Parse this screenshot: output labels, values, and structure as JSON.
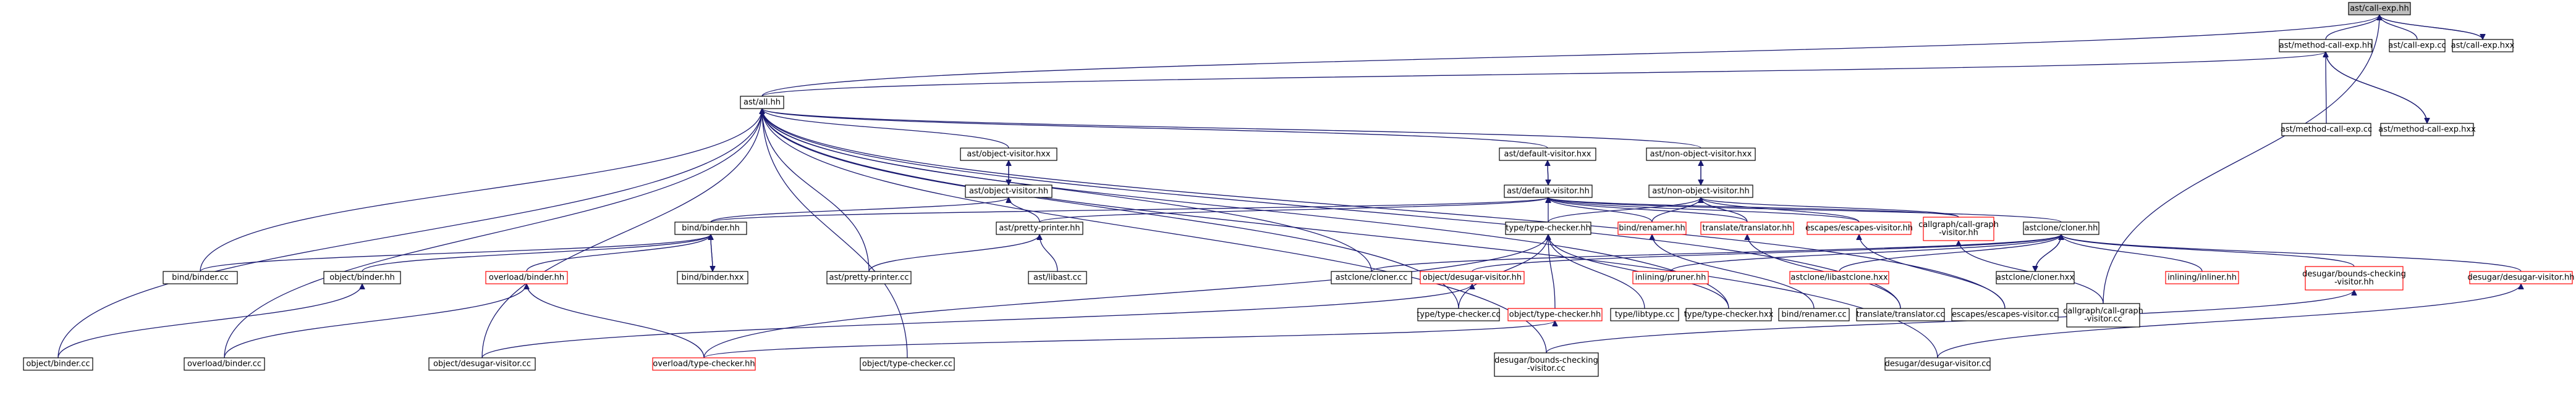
{
  "colors": {
    "edge": "#191970",
    "box_border": "#000000",
    "box_border_missing": "#ff0000",
    "focus_fill": "#bfbfbf",
    "background": "#ffffff"
  },
  "nodes": {
    "call_exp_hh": {
      "label": [
        "ast/call-exp.hh"
      ],
      "style": "focus"
    },
    "method_call_exp_hh": {
      "label": [
        "ast/method-call-exp.hh"
      ]
    },
    "call_exp_cc": {
      "label": [
        "ast/call-exp.cc"
      ]
    },
    "call_exp_hxx": {
      "label": [
        "ast/call-exp.hxx"
      ]
    },
    "all_hh": {
      "label": [
        "ast/all.hh"
      ]
    },
    "method_call_exp_cc": {
      "label": [
        "ast/method-call-exp.cc"
      ]
    },
    "method_call_exp_hxx": {
      "label": [
        "ast/method-call-exp.hxx"
      ]
    },
    "object_visitor_hxx": {
      "label": [
        "ast/object-visitor.hxx"
      ]
    },
    "default_visitor_hxx": {
      "label": [
        "ast/default-visitor.hxx"
      ]
    },
    "non_object_visitor_hxx": {
      "label": [
        "ast/non-object-visitor.hxx"
      ]
    },
    "object_visitor_hh": {
      "label": [
        "ast/object-visitor.hh"
      ]
    },
    "default_visitor_hh": {
      "label": [
        "ast/default-visitor.hh"
      ]
    },
    "non_object_visitor_hh": {
      "label": [
        "ast/non-object-visitor.hh"
      ]
    },
    "bind_binder_hh": {
      "label": [
        "bind/binder.hh"
      ]
    },
    "pretty_printer_hh": {
      "label": [
        "ast/pretty-printer.hh"
      ]
    },
    "cloner_hh": {
      "label": [
        "astclone/cloner.hh"
      ]
    },
    "type_checker_hh": {
      "label": [
        "type/type-checker.hh"
      ]
    },
    "renamer_hh": {
      "label": [
        "bind/renamer.hh"
      ],
      "style": "missing"
    },
    "translator_hh": {
      "label": [
        "translate/translator.hh"
      ],
      "style": "missing"
    },
    "escapes_visitor_hh": {
      "label": [
        "escapes/escapes-visitor.hh"
      ],
      "style": "missing"
    },
    "call_graph_visitor_hh": {
      "label": [
        "callgraph/call-graph",
        "-visitor.hh"
      ],
      "style": "missing"
    },
    "binder_cc": {
      "label": [
        "bind/binder.cc"
      ]
    },
    "object_binder_hh": {
      "label": [
        "object/binder.hh"
      ]
    },
    "overload_binder_hh": {
      "label": [
        "overload/binder.hh"
      ],
      "style": "missing"
    },
    "binder_hxx": {
      "label": [
        "bind/binder.hxx"
      ]
    },
    "pretty_printer_cc": {
      "label": [
        "ast/pretty-printer.cc"
      ]
    },
    "libast_cc": {
      "label": [
        "ast/libast.cc"
      ]
    },
    "cloner_cc": {
      "label": [
        "astclone/cloner.cc"
      ]
    },
    "desugar_visitor_hh_obj": {
      "label": [
        "object/desugar-visitor.hh"
      ],
      "style": "missing"
    },
    "pruner_hh": {
      "label": [
        "inlining/pruner.hh"
      ],
      "style": "missing"
    },
    "libastclone_hxx": {
      "label": [
        "astclone/libastclone.hxx"
      ],
      "style": "missing"
    },
    "cloner_hxx": {
      "label": [
        "astclone/cloner.hxx"
      ]
    },
    "inliner_hh": {
      "label": [
        "inlining/inliner.hh"
      ],
      "style": "missing"
    },
    "bounds_checking_visitor_hh": {
      "label": [
        "desugar/bounds-checking",
        "-visitor.hh"
      ],
      "style": "missing"
    },
    "desugar_visitor_hh": {
      "label": [
        "desugar/desugar-visitor.hh"
      ],
      "style": "missing"
    },
    "type_checker_cc": {
      "label": [
        "type/type-checker.cc"
      ]
    },
    "object_type_checker_hh": {
      "label": [
        "object/type-checker.hh"
      ],
      "style": "missing"
    },
    "libtype_cc": {
      "label": [
        "type/libtype.cc"
      ]
    },
    "type_checker_hxx": {
      "label": [
        "type/type-checker.hxx"
      ]
    },
    "renamer_cc": {
      "label": [
        "bind/renamer.cc"
      ]
    },
    "translator_cc": {
      "label": [
        "translate/translator.cc"
      ]
    },
    "escapes_visitor_cc": {
      "label": [
        "escapes/escapes-visitor.cc"
      ]
    },
    "call_graph_visitor_cc": {
      "label": [
        "callgraph/call-graph",
        "-visitor.cc"
      ]
    },
    "object_binder_cc": {
      "label": [
        "object/binder.cc"
      ]
    },
    "overload_binder_cc": {
      "label": [
        "overload/binder.cc"
      ]
    },
    "object_desugar_visitor_cc": {
      "label": [
        "object/desugar-visitor.cc"
      ]
    },
    "overload_type_checker_hh": {
      "label": [
        "overload/type-checker.hh"
      ],
      "style": "missing"
    },
    "object_type_checker_cc": {
      "label": [
        "object/type-checker.cc"
      ]
    },
    "bounds_checking_visitor_cc": {
      "label": [
        "desugar/bounds-checking",
        "-visitor.cc"
      ]
    },
    "desugar_visitor_cc": {
      "label": [
        "desugar/desugar-visitor.cc"
      ]
    }
  },
  "edges": [
    [
      "method_call_exp_hh",
      "call_exp_hh"
    ],
    [
      "call_exp_cc",
      "call_exp_hh"
    ],
    [
      "call_exp_hxx",
      "call_exp_hh"
    ],
    [
      "all_hh",
      "call_exp_hh"
    ],
    [
      "call_graph_visitor_cc",
      "call_exp_hh"
    ],
    [
      "call_exp_hh",
      "call_exp_hxx"
    ],
    [
      "all_hh",
      "method_call_exp_hh"
    ],
    [
      "method_call_exp_cc",
      "method_call_exp_hh"
    ],
    [
      "method_call_exp_hxx",
      "method_call_exp_hh"
    ],
    [
      "method_call_exp_hh",
      "method_call_exp_hxx"
    ],
    [
      "object_visitor_hxx",
      "all_hh"
    ],
    [
      "default_visitor_hxx",
      "all_hh"
    ],
    [
      "non_object_visitor_hxx",
      "all_hh"
    ],
    [
      "binder_cc",
      "all_hh"
    ],
    [
      "pretty_printer_cc",
      "all_hh"
    ],
    [
      "cloner_cc",
      "all_hh"
    ],
    [
      "type_checker_cc",
      "all_hh"
    ],
    [
      "translator_cc",
      "all_hh"
    ],
    [
      "escapes_visitor_cc",
      "all_hh"
    ],
    [
      "object_type_checker_cc",
      "all_hh"
    ],
    [
      "overload_binder_cc",
      "all_hh"
    ],
    [
      "object_desugar_visitor_cc",
      "all_hh"
    ],
    [
      "bounds_checking_visitor_cc",
      "all_hh"
    ],
    [
      "desugar_visitor_cc",
      "all_hh"
    ],
    [
      "type_checker_hxx",
      "all_hh"
    ],
    [
      "object_binder_cc",
      "all_hh"
    ],
    [
      "object_visitor_hh",
      "object_visitor_hxx"
    ],
    [
      "object_visitor_hxx",
      "object_visitor_hh"
    ],
    [
      "default_visitor_hh",
      "default_visitor_hxx"
    ],
    [
      "default_visitor_hxx",
      "default_visitor_hh"
    ],
    [
      "non_object_visitor_hh",
      "non_object_visitor_hxx"
    ],
    [
      "non_object_visitor_hxx",
      "non_object_visitor_hh"
    ],
    [
      "bind_binder_hh",
      "object_visitor_hh"
    ],
    [
      "pretty_printer_hh",
      "object_visitor_hh"
    ],
    [
      "bind_binder_hh",
      "default_visitor_hh"
    ],
    [
      "pretty_printer_hh",
      "default_visitor_hh"
    ],
    [
      "cloner_hh",
      "default_visitor_hh"
    ],
    [
      "type_checker_hh",
      "default_visitor_hh"
    ],
    [
      "renamer_hh",
      "default_visitor_hh"
    ],
    [
      "translator_hh",
      "default_visitor_hh"
    ],
    [
      "escapes_visitor_hh",
      "default_visitor_hh"
    ],
    [
      "call_graph_visitor_hh",
      "default_visitor_hh"
    ],
    [
      "type_checker_hh",
      "non_object_visitor_hh"
    ],
    [
      "renamer_hh",
      "non_object_visitor_hh"
    ],
    [
      "translator_hh",
      "non_object_visitor_hh"
    ],
    [
      "escapes_visitor_hh",
      "non_object_visitor_hh"
    ],
    [
      "call_graph_visitor_hh",
      "non_object_visitor_hh"
    ],
    [
      "binder_cc",
      "bind_binder_hh"
    ],
    [
      "object_binder_hh",
      "bind_binder_hh"
    ],
    [
      "overload_binder_hh",
      "bind_binder_hh"
    ],
    [
      "binder_hxx",
      "bind_binder_hh"
    ],
    [
      "bind_binder_hh",
      "binder_hxx"
    ],
    [
      "pretty_printer_cc",
      "pretty_printer_hh"
    ],
    [
      "libast_cc",
      "pretty_printer_hh"
    ],
    [
      "cloner_cc",
      "cloner_hh"
    ],
    [
      "desugar_visitor_hh_obj",
      "cloner_hh"
    ],
    [
      "pruner_hh",
      "cloner_hh"
    ],
    [
      "libastclone_hxx",
      "cloner_hh"
    ],
    [
      "cloner_hxx",
      "cloner_hh"
    ],
    [
      "cloner_hh",
      "cloner_hxx"
    ],
    [
      "inliner_hh",
      "cloner_hh"
    ],
    [
      "bounds_checking_visitor_hh",
      "cloner_hh"
    ],
    [
      "desugar_visitor_hh",
      "cloner_hh"
    ],
    [
      "type_checker_cc",
      "type_checker_hh"
    ],
    [
      "object_type_checker_hh",
      "type_checker_hh"
    ],
    [
      "libtype_cc",
      "type_checker_hh"
    ],
    [
      "type_checker_hxx",
      "type_checker_hh"
    ],
    [
      "overload_type_checker_hh",
      "type_checker_hh"
    ],
    [
      "renamer_cc",
      "renamer_hh"
    ],
    [
      "translator_cc",
      "translator_hh"
    ],
    [
      "escapes_visitor_cc",
      "escapes_visitor_hh"
    ],
    [
      "call_graph_visitor_cc",
      "call_graph_visitor_hh"
    ],
    [
      "object_binder_cc",
      "object_binder_hh"
    ],
    [
      "overload_binder_cc",
      "overload_binder_hh"
    ],
    [
      "overload_type_checker_hh",
      "overload_binder_hh"
    ],
    [
      "object_desugar_visitor_cc",
      "desugar_visitor_hh_obj"
    ],
    [
      "overload_type_checker_hh",
      "object_type_checker_hh"
    ],
    [
      "bounds_checking_visitor_cc",
      "bounds_checking_visitor_hh"
    ],
    [
      "desugar_visitor_cc",
      "desugar_visitor_hh"
    ]
  ]
}
